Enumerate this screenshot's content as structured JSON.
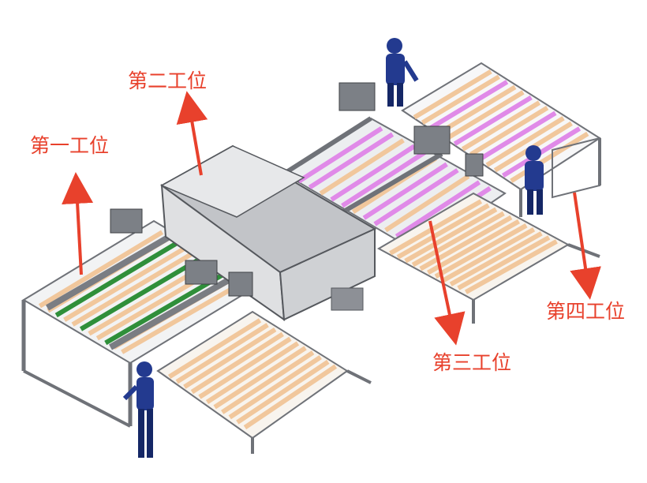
{
  "labels": {
    "station1": "第一工位",
    "station2": "第二工位",
    "station3": "第三工位",
    "station4": "第四工位"
  },
  "colors": {
    "annotation": "#e8412c",
    "frame": "#6f7278",
    "frame_light": "#c9ccd1",
    "wood": "#f1c79c",
    "wood_dark": "#d9a06e",
    "pink": "#e08ae8",
    "green": "#2f8f3a",
    "worker": "#233a8f",
    "worker_dark": "#152766",
    "cover": "#e7e8ea",
    "cover_side": "#c2c4c8"
  }
}
